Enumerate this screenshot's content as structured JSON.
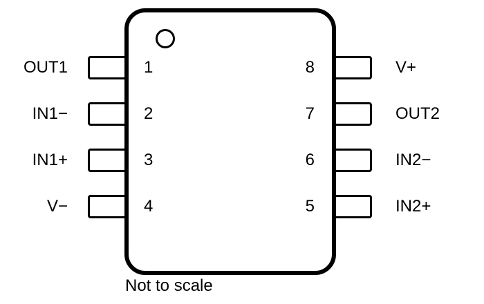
{
  "diagram": {
    "type": "ic-pinout-8-pin",
    "footnote": "Not to scale",
    "left_pins": [
      {
        "number": "1",
        "label": "OUT1"
      },
      {
        "number": "2",
        "label": "IN1−"
      },
      {
        "number": "3",
        "label": "IN1+"
      },
      {
        "number": "4",
        "label": "V−"
      }
    ],
    "right_pins": [
      {
        "number": "8",
        "label": "V+"
      },
      {
        "number": "7",
        "label": "OUT2"
      },
      {
        "number": "6",
        "label": "IN2−"
      },
      {
        "number": "5",
        "label": "IN2+"
      }
    ],
    "colors": {
      "line": "#000000",
      "text": "#000000",
      "background": "#ffffff"
    }
  }
}
